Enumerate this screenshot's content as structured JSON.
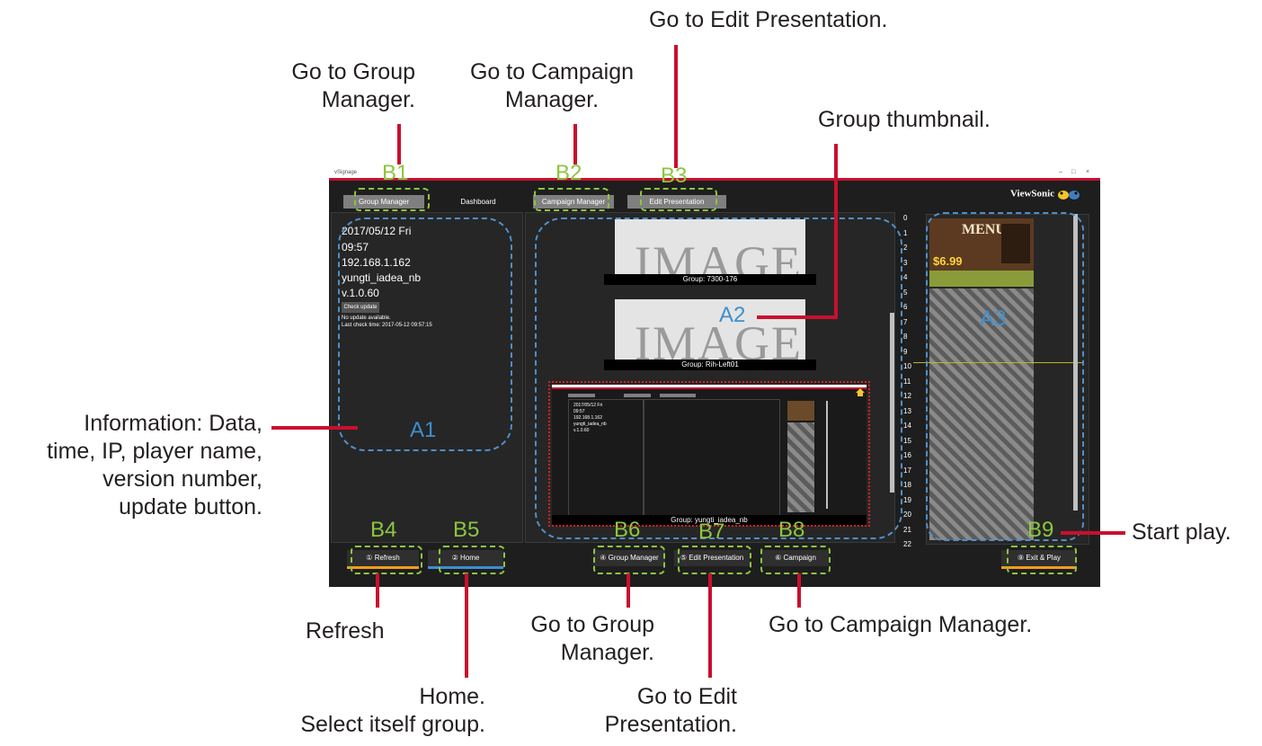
{
  "callouts": {
    "go_group_manager_top": "Go to Group\nManager.",
    "go_campaign_manager_top": "Go to Campaign\nManager.",
    "go_edit_presentation_top": "Go to Edit Presentation.",
    "group_thumbnail": "Group thumbnail.",
    "information": "Information: Data,\ntime, IP, player name,\nversion number,\nupdate button.",
    "start_play": "Start play.",
    "refresh": "Refresh",
    "home": "Home.\nSelect itself group.",
    "go_group_manager_bottom": "Go to Group\nManager.",
    "go_edit_presentation_bottom": "Go to Edit\nPresentation.",
    "go_campaign_manager_bottom": "Go to Campaign Manager."
  },
  "region_labels": {
    "b1": "B1",
    "b2": "B2",
    "b3": "B3",
    "b4": "B4",
    "b5": "B5",
    "b6": "B6",
    "b7": "B7",
    "b8": "B8",
    "b9": "B9",
    "a1": "A1",
    "a2": "A2",
    "a3": "A3"
  },
  "window": {
    "title": "vSignage",
    "controls": [
      "–",
      "□",
      "×"
    ],
    "logo": "ViewSonic"
  },
  "tabs": {
    "group_manager": "Group Manager",
    "dashboard": "Dashboard",
    "campaign_manager": "Campaign Manager",
    "edit_presentation": "Edit Presentation"
  },
  "info": {
    "date": "2017/05/12 Fri",
    "time": "09:57",
    "ip": "192.168.1.162",
    "player_name": "yungti_iadea_nb",
    "version": "v.1.0.60",
    "check_update": "Check update",
    "update_status": "No update available.",
    "last_check": "Last check time: 2017-05-12 09:57:15"
  },
  "groups": [
    {
      "placeholder": "IMAGE",
      "caption": "Group: 7300-176"
    },
    {
      "placeholder": "IMAGE",
      "caption": "Group: Rih-Left01"
    },
    {
      "caption": "Group: yungti_iadea_nb"
    }
  ],
  "ruler": [
    "0",
    "1",
    "2",
    "3",
    "4",
    "5",
    "6",
    "7",
    "8",
    "9",
    "10",
    "11",
    "12",
    "13",
    "14",
    "15",
    "16",
    "17",
    "18",
    "19",
    "20",
    "21",
    "22"
  ],
  "menu": {
    "title": "MENU",
    "price": "$6.99"
  },
  "bottom_buttons": {
    "refresh": "① Refresh",
    "home": "② Home",
    "group_manager": "④ Group Manager",
    "edit_presentation": "⑤ Edit Presentation",
    "campaign": "⑥ Campaign",
    "exit_play": "⑨ Exit & Play"
  },
  "colors": {
    "callout_line": "#c8102e",
    "b_label": "#8cc63f",
    "a_label": "#3c8fd1"
  }
}
